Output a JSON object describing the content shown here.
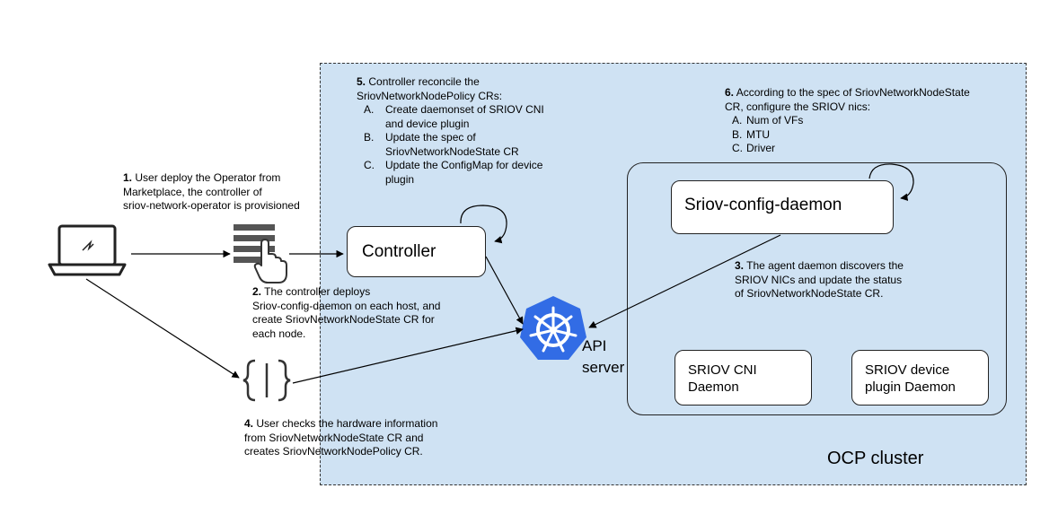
{
  "cluster_label": "OCP cluster",
  "controller_label": "Controller",
  "daemon_label": "Sriov-config-daemon",
  "cni_label": [
    "SRIOV CNI",
    "Daemon"
  ],
  "dp_label": [
    "SRIOV device",
    "plugin Daemon"
  ],
  "api_label": [
    "API",
    "server"
  ],
  "step1": {
    "num": "1.",
    "lines": [
      "User deploy the Operator from",
      "Marketplace,  the controller of",
      "sriov-network-operator is provisioned"
    ]
  },
  "step2": {
    "num": "2.",
    "lines": [
      "The controller deploys",
      "Sriov-config-daemon on each host, and",
      "create SriovNetworkNodeState CR for",
      "each node."
    ]
  },
  "step3": {
    "num": "3.",
    "lines": [
      "The agent daemon discovers the",
      "SRIOV NICs and update the status",
      "of SriovNetworkNodeState CR."
    ]
  },
  "step4": {
    "num": "4.",
    "lines": [
      "User checks  the hardware information",
      "from SriovNetworkNodeState CR and",
      "creates SriovNetworkNodePolicy CR."
    ]
  },
  "step5": {
    "num": "5.",
    "lines": [
      "Controller reconcile the",
      "SriovNetworkNodePolicy CRs:"
    ],
    "items": [
      {
        "letter": "A.",
        "lines": [
          "Create daemonset of SRIOV CNI",
          "and device plugin"
        ]
      },
      {
        "letter": "B.",
        "lines": [
          "Update the spec of",
          "SriovNetworkNodeState CR"
        ]
      },
      {
        "letter": "C.",
        "lines": [
          "Update the ConfigMap for device",
          "plugin"
        ]
      }
    ]
  },
  "step6": {
    "num": "6.",
    "lines": [
      "According to the spec of SriovNetworkNodeState",
      "CR, configure the SRIOV nics:"
    ],
    "items": [
      {
        "letter": "A.",
        "lines": [
          "Num of VFs"
        ]
      },
      {
        "letter": "B.",
        "lines": [
          "MTU"
        ]
      },
      {
        "letter": "C.",
        "lines": [
          "Driver"
        ]
      }
    ]
  },
  "colors": {
    "cluster_bg": "#cfe2f3",
    "k8s_blue": "#326ce5"
  },
  "icons": [
    "laptop-icon",
    "marketplace-hand-icon",
    "braces-icon",
    "kubernetes-logo-icon"
  ]
}
